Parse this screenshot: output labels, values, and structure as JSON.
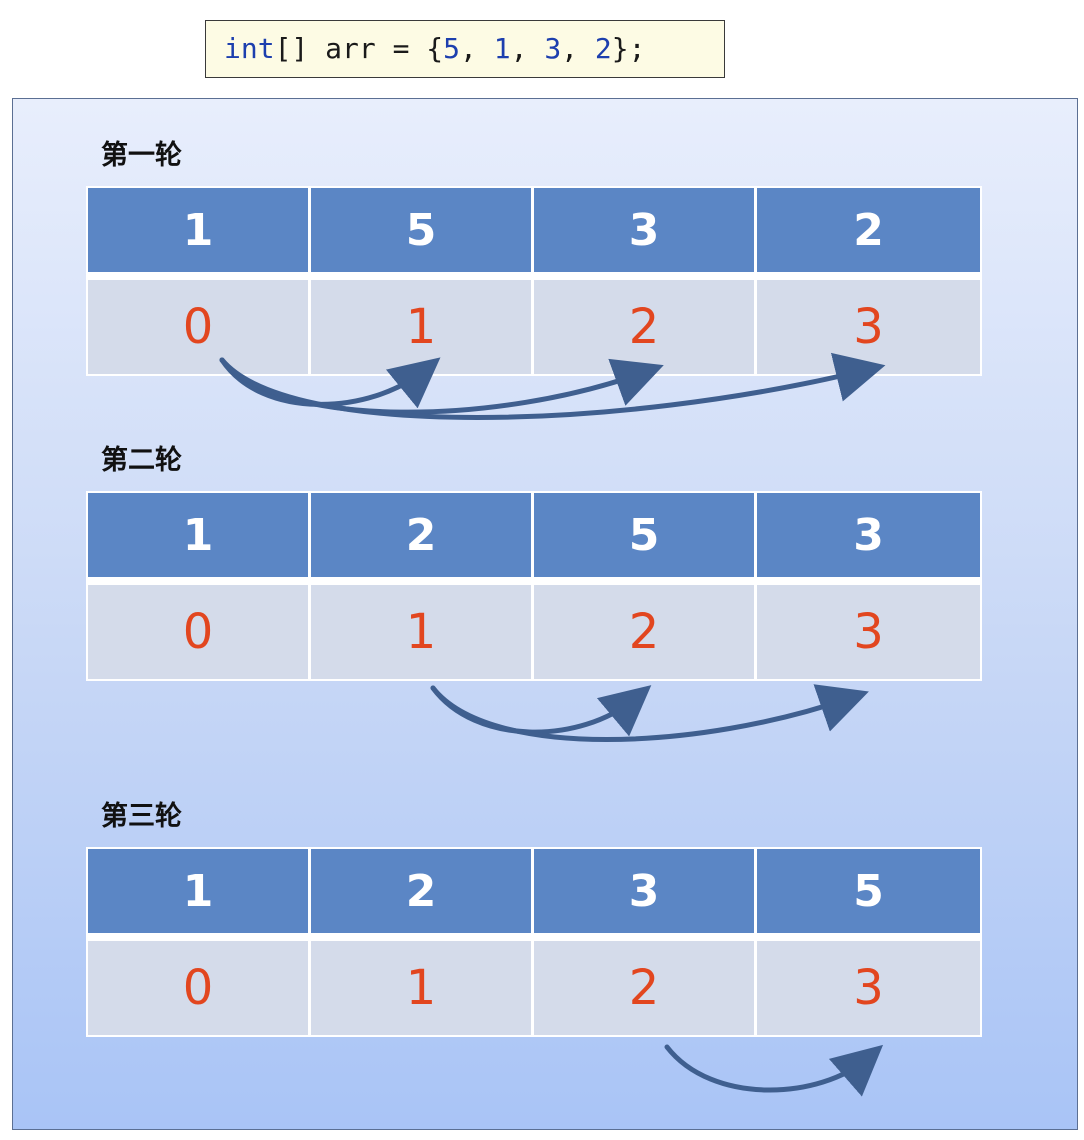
{
  "code": {
    "type_kw": "int",
    "rest1": "[] arr = {",
    "n1": "5",
    "s1": ", ",
    "n2": "1",
    "s2": ", ",
    "n3": "3",
    "s3": ", ",
    "n4": "2",
    "rest2": "};"
  },
  "rounds": [
    {
      "title": "第一轮",
      "values": [
        "1",
        "5",
        "3",
        "2"
      ],
      "indices": [
        "0",
        "1",
        "2",
        "3"
      ]
    },
    {
      "title": "第二轮",
      "values": [
        "1",
        "2",
        "5",
        "3"
      ],
      "indices": [
        "0",
        "1",
        "2",
        "3"
      ]
    },
    {
      "title": "第三轮",
      "values": [
        "1",
        "2",
        "3",
        "5"
      ],
      "indices": [
        "0",
        "1",
        "2",
        "3"
      ]
    }
  ],
  "colors": {
    "value_cell": "#5b86c5",
    "index_cell": "#d4dbea",
    "index_text": "#e2461f",
    "arrow": "#3f5f8f"
  }
}
